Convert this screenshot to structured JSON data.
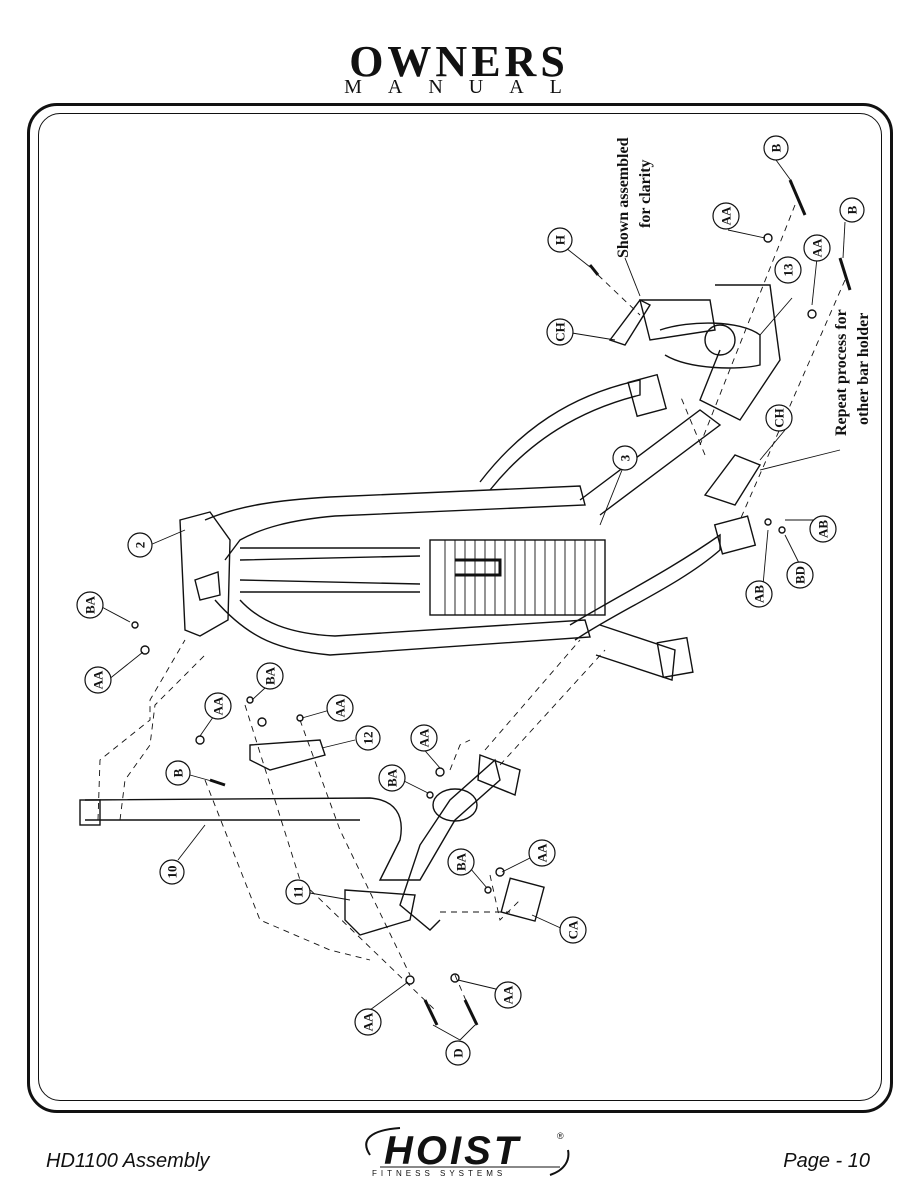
{
  "header": {
    "title": "OWNERS",
    "subtitle": "MANUAL"
  },
  "footer": {
    "left": "HD1100 Assembly",
    "right": "Page - 10",
    "logo_word": "HOIST",
    "logo_sub": "FITNESS SYSTEMS",
    "logo_reg": "®"
  },
  "notes": {
    "shown_assembled_1": "Shown assembled",
    "shown_assembled_2": "for clarity",
    "repeat_1": "Repeat process for",
    "repeat_2": "other bar holder"
  },
  "callouts": {
    "c_B_top": "B",
    "c_AA_top": "AA",
    "c_B_top2": "B",
    "c_AA_top2": "AA",
    "c_H": "H",
    "c_13": "13",
    "c_CH_top": "CH",
    "c_CH_mid": "CH",
    "c_3": "3",
    "c_AB_right": "AB",
    "c_BD": "BD",
    "c_AB_left": "AB",
    "c_2": "2",
    "c_BA_left": "BA",
    "c_AA_left": "AA",
    "c_BA_mid": "BA",
    "c_AA_mid1": "AA",
    "c_AA_mid2": "AA",
    "c_12": "12",
    "c_B_mid": "B",
    "c_AA_mid3": "AA",
    "c_BA_mid2": "BA",
    "c_10": "10",
    "c_11": "11",
    "c_BA_low": "BA",
    "c_AA_low": "AA",
    "c_CA": "CA",
    "c_AA_bot1": "AA",
    "c_AA_bot2": "AA",
    "c_D": "D"
  }
}
